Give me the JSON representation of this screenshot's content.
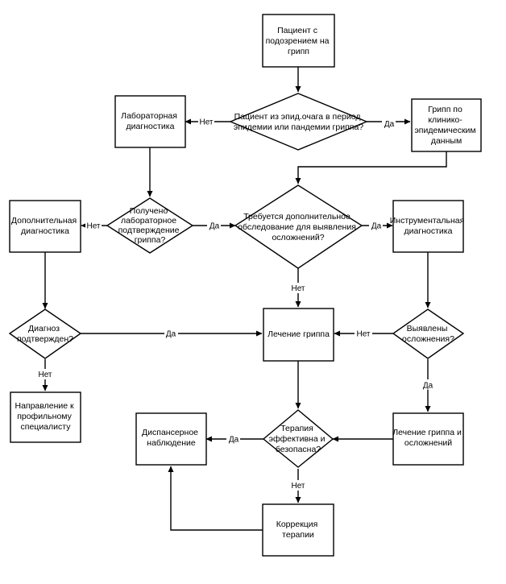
{
  "nodes": {
    "patient": {
      "lines": [
        "Пациент с",
        "подозрением на",
        "грипп"
      ]
    },
    "epid_question": {
      "lines": [
        "Пациент из эпид.очага в период",
        "эпидемии или пандемии гриппа?"
      ]
    },
    "lab_diag": {
      "lines": [
        "Лабораторная",
        "диагностика"
      ]
    },
    "flu_clinical": {
      "lines": [
        "Грипп по",
        "клинико-",
        "эпидемическим",
        "данным"
      ]
    },
    "lab_confirm": {
      "lines": [
        "Получено",
        "лабораторное",
        "подтверждение",
        "гриппа?"
      ]
    },
    "extra_exam": {
      "lines": [
        "Требуется дополнительное",
        "обследование для выявления",
        "осложнений?"
      ]
    },
    "extra_diag": {
      "lines": [
        "Дополнительная",
        "диагностика"
      ]
    },
    "instr_diag": {
      "lines": [
        "Инструментальная",
        "диагностика"
      ]
    },
    "diag_confirmed": {
      "lines": [
        "Диагноз",
        "подтвержден?"
      ]
    },
    "flu_treatment": {
      "lines": [
        "Лечение гриппа"
      ]
    },
    "complications_found": {
      "lines": [
        "Выявлены",
        "осложнения?"
      ]
    },
    "referral": {
      "lines": [
        "Направление к",
        "профильному",
        "специалисту"
      ]
    },
    "dispensary": {
      "lines": [
        "Диспансерное",
        "наблюдение"
      ]
    },
    "therapy_effective": {
      "lines": [
        "Терапия",
        "эффективна и",
        "безопасна?"
      ]
    },
    "treat_complications": {
      "lines": [
        "Лечение гриппа и",
        "осложнений"
      ]
    },
    "therapy_correction": {
      "lines": [
        "Коррекция",
        "терапии"
      ]
    }
  },
  "edges": {
    "epid_no": "Нет",
    "epid_yes": "Да",
    "lab_no": "Нет",
    "lab_yes": "Да",
    "exam_yes": "Да",
    "exam_no": "Нет",
    "diag_yes": "Да",
    "diag_no": "Нет",
    "compl_no": "Нет",
    "compl_yes": "Да",
    "therapy_yes": "Да",
    "therapy_no": "Нет"
  }
}
